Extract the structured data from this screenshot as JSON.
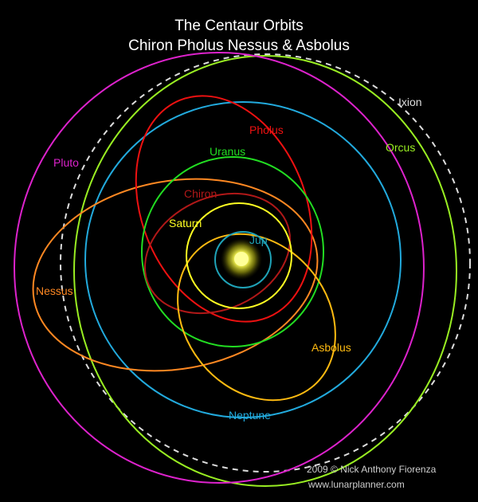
{
  "title": {
    "line1": "The Centaur Orbits",
    "line2": "Chiron Pholus Nessus & Asbolus"
  },
  "colors": {
    "background": "#000000",
    "sun": "#ffff66",
    "jupiter": "#1fa3b8",
    "saturn": "#ffff22",
    "chiron": "#b01818",
    "uranus": "#22dd22",
    "pholus": "#ee1111",
    "neptune": "#22aadd",
    "pluto": "#dd22cc",
    "nessus": "#ff8822",
    "asbolus": "#ffbb11",
    "orcus": "#99ee22",
    "ixion": "#dddddd"
  },
  "labels": {
    "jupiter": "Jup",
    "saturn": "Saturn",
    "chiron": "Chiron",
    "uranus": "Uranus",
    "pholus": "Pholus",
    "neptune": "Neptune",
    "pluto": "Pluto",
    "nessus": "Nessus",
    "asbolus": "Asbolus",
    "orcus": "Orcus",
    "ixion": "Ixion"
  },
  "credit": {
    "line1": "2009 © Nick Anthony Fiorenza",
    "line2": "www.lunarplanner.com"
  }
}
